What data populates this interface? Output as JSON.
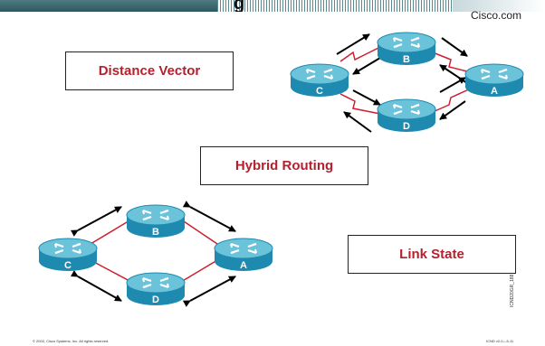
{
  "header": {
    "title_fragment": "g",
    "site": "Cisco.com"
  },
  "boxes": {
    "distance_vector": "Distance Vector",
    "hybrid_routing": "Hybrid Routing",
    "link_state": "Link State"
  },
  "top_network": {
    "routers": [
      "B",
      "C",
      "D",
      "A"
    ]
  },
  "bottom_network": {
    "routers": [
      "B",
      "C",
      "A",
      "D"
    ]
  },
  "footer": {
    "copyright": "© 2002, Cisco Systems, Inc. All rights reserved.",
    "course": "ICND v2.0—5-11"
  },
  "side_code": "ICND20GR_188",
  "colors": {
    "router_top": "#6bc3da",
    "router_side": "#1f8ab0",
    "link_red": "#cc2030",
    "arrow": "#000000",
    "box_text": "#b5202e",
    "header_dark": "#2d5860"
  }
}
